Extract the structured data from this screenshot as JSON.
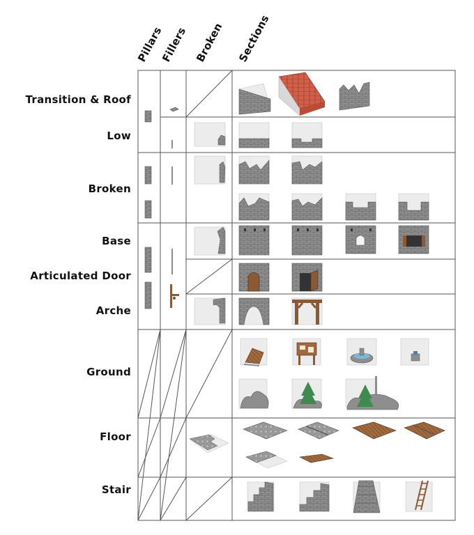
{
  "columns": [
    "Pillars",
    "Fillers",
    "Broken",
    "Sections"
  ],
  "rows": [
    {
      "label": "Transition & Roof"
    },
    {
      "label": "Low"
    },
    {
      "label": "Broken"
    },
    {
      "label": "Base"
    },
    {
      "label": "Articulated Door"
    },
    {
      "label": "Arche"
    },
    {
      "label": "Ground"
    },
    {
      "label": "Floor"
    },
    {
      "label": "Stair"
    }
  ],
  "colors": {
    "line": "#555555",
    "stone": "#8e8e8e",
    "stone_dark": "#6f6f6f",
    "panel": "#ececec",
    "roof": "#d0604a",
    "wood": "#8a5a34",
    "plank": "#a06a3e",
    "tree": "#3f8a4e"
  }
}
